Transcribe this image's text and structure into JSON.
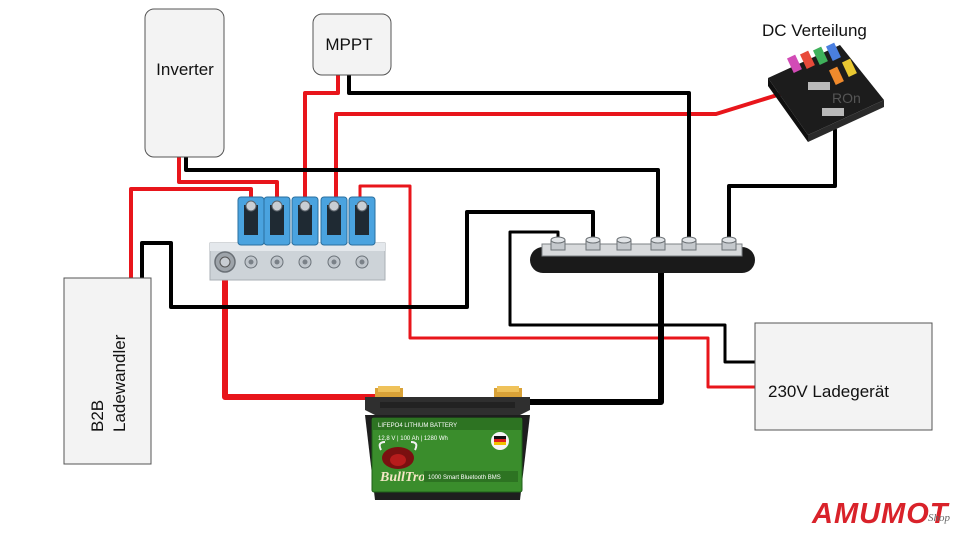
{
  "components": {
    "inverter": "Inverter",
    "mppt": "MPPT",
    "dc_distribution": "DC Verteilung",
    "b2b_line1": "B2B",
    "b2b_line2": "Ladewandler",
    "charger": "230V Ladegerät"
  },
  "battery": {
    "header": "LIFEPO4 LITHIUM BATTERY",
    "specs": "12,8 V  |  100 Ah  |  1280 Wh",
    "brand": "BullTron",
    "bms": "1000 Smart Bluetooth BMS"
  },
  "fuse_label": "ROn",
  "logo": {
    "main": "AMUMOT",
    "sub": "Shop"
  },
  "colors": {
    "positive_wire": "#e8151b",
    "negative_wire": "#000000",
    "box_fill": "#f3f3f3",
    "box_border": "#555555",
    "fuse_blue": "#4aa3df",
    "battery_green": "#3a8d2c",
    "logo_red": "#d9222a"
  }
}
